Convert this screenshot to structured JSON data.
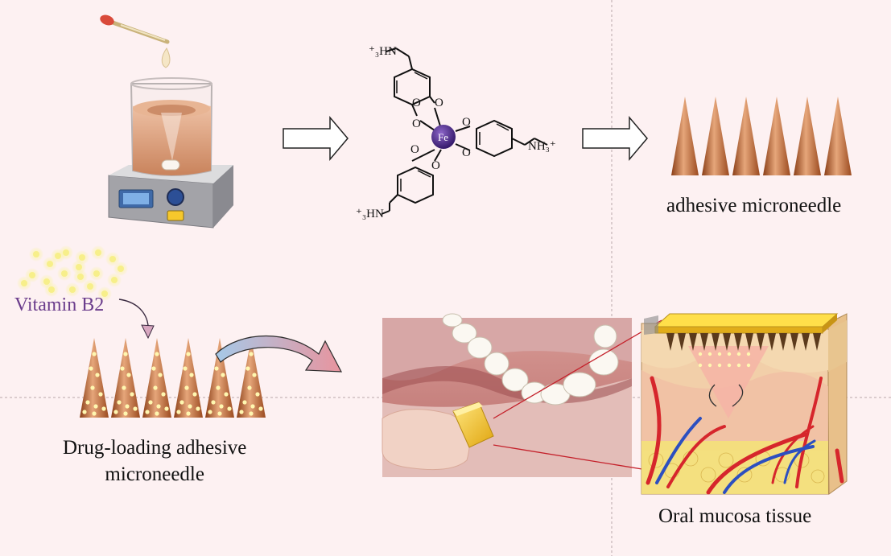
{
  "labels": {
    "adhesive_microneedle": "adhesive microneedle",
    "vitamin": "Vitamin B2",
    "drug_loading_line1": "Drug-loading adhesive",
    "drug_loading_line2": "microneedle",
    "oral_tissue": "Oral mucosa tissue"
  },
  "chem": {
    "amine_top": "⁺₃HN",
    "amine_right": "NH₃⁺",
    "amine_bottom": "⁺₃HN",
    "metal": "Fe",
    "oxygen": "O"
  },
  "colors": {
    "background": "#fdf1f2",
    "needle": "#b8612f",
    "needle_light": "#e3a274",
    "vitamin_text": "#6b3d8c",
    "vitamin_dots": "#f7ef8a",
    "fe_center": "#4b2a8a",
    "hydrogel_patch": "#f2c21c"
  }
}
